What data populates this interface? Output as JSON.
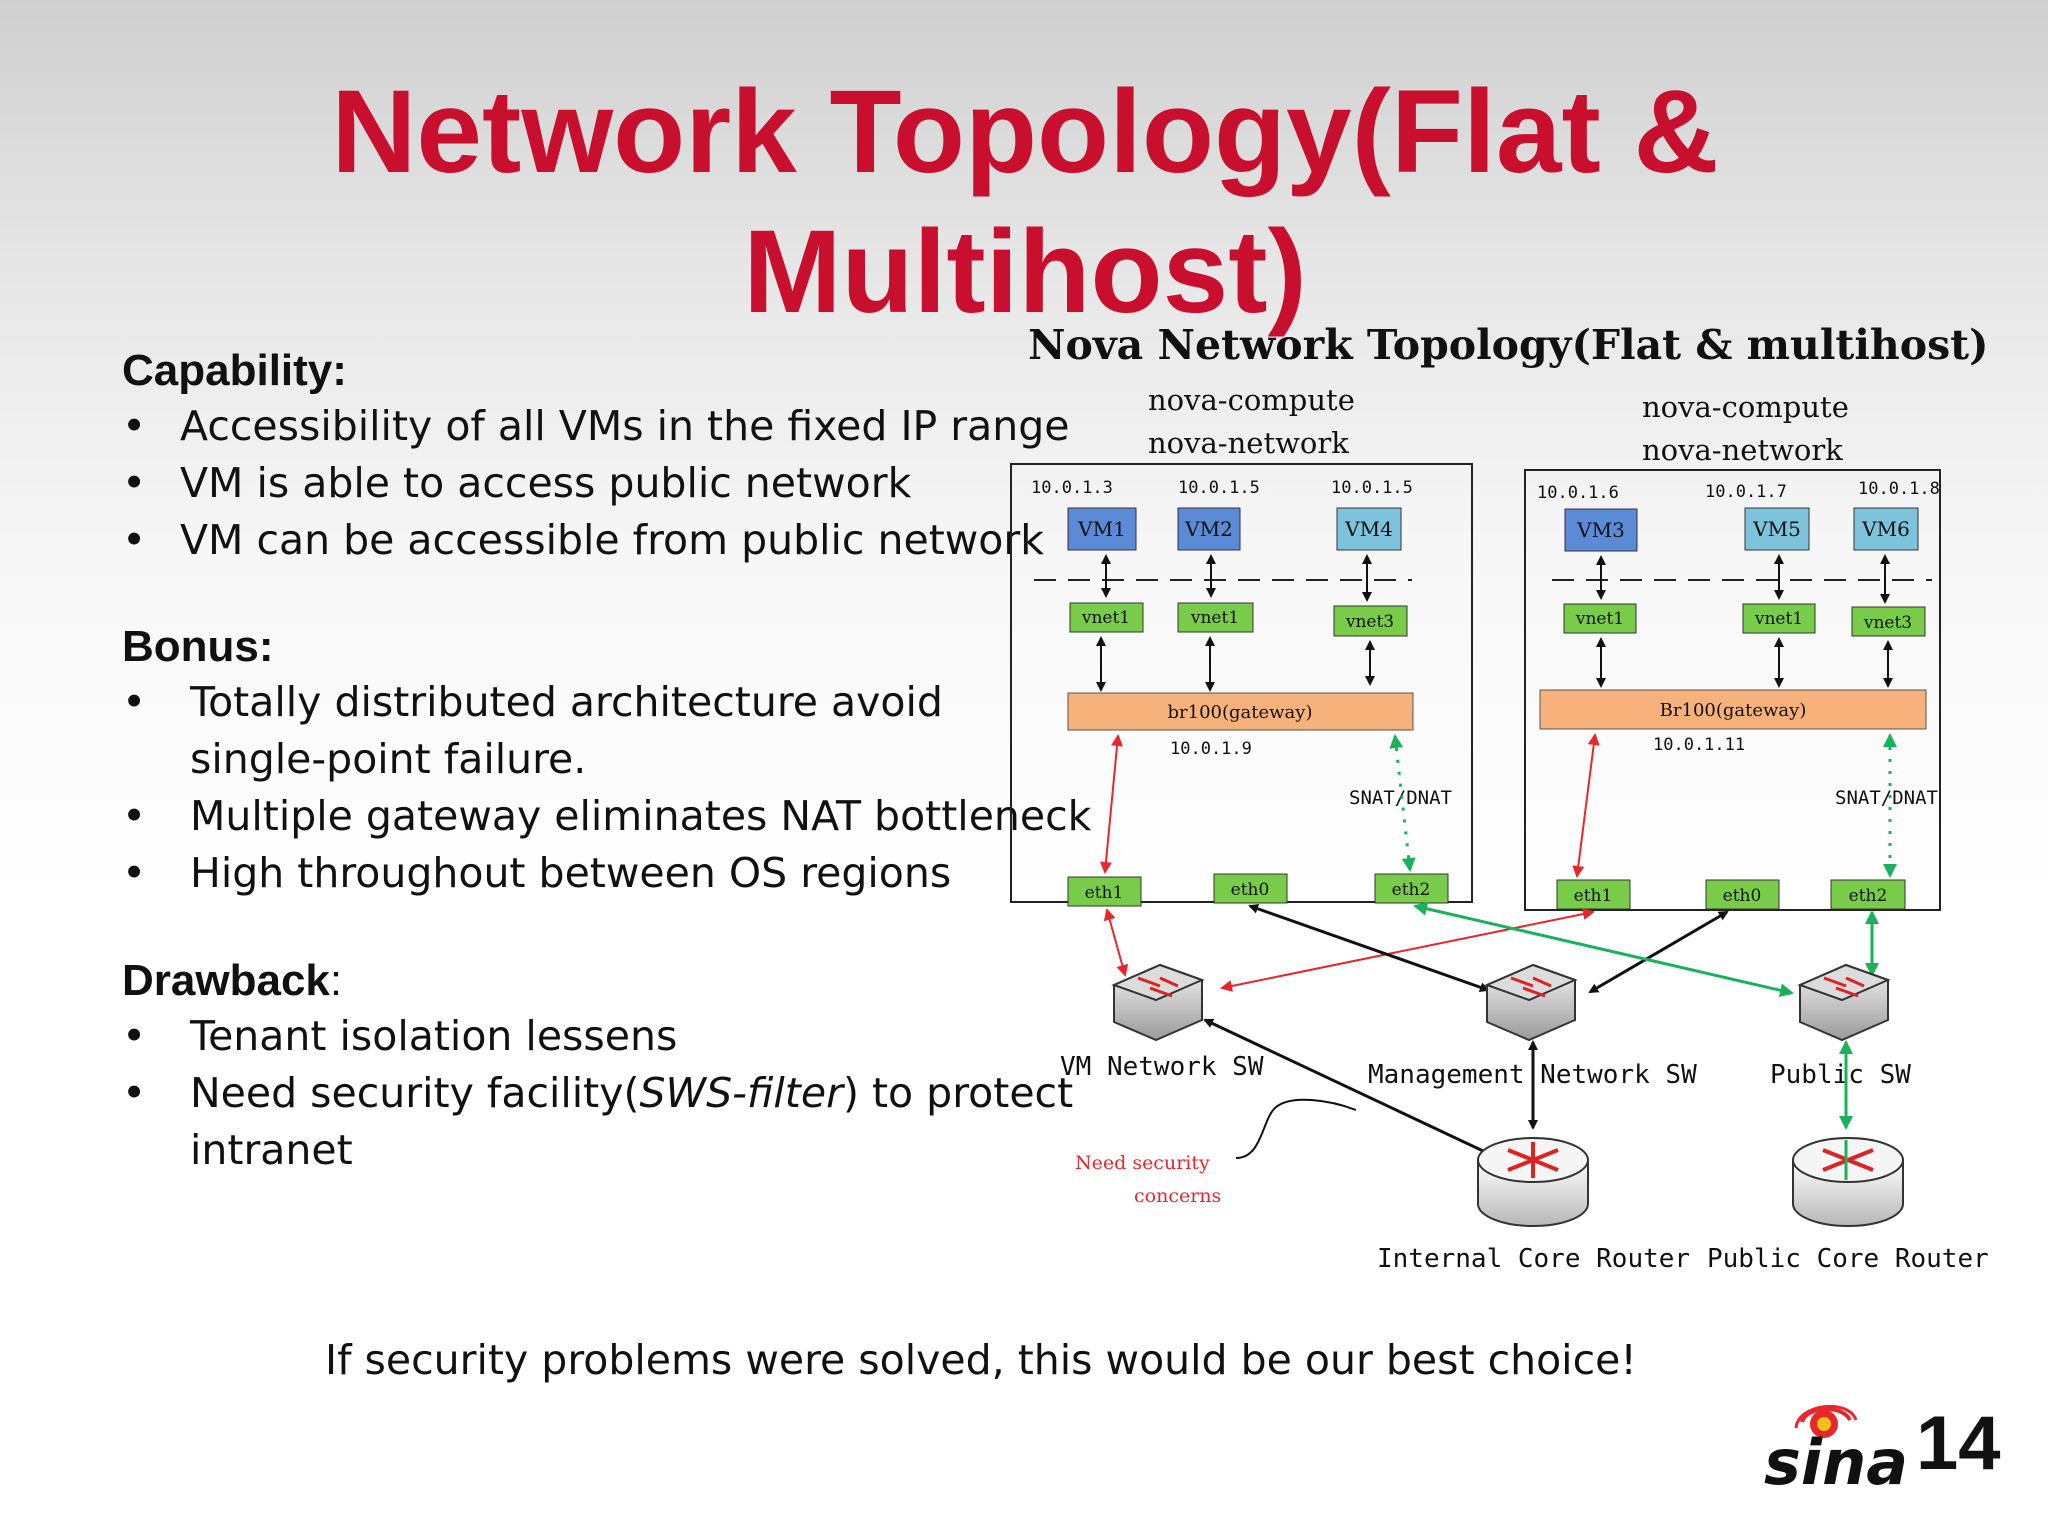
{
  "title": {
    "line1": "Network Topology(Flat &",
    "line2": "Multihost)"
  },
  "capability": {
    "heading": "Capability:",
    "items": [
      "Accessibility of all VMs in the fixed IP range",
      "VM is able to access public network",
      "VM can be accessible from public network"
    ]
  },
  "bonus": {
    "heading": "Bonus:",
    "items": [
      {
        "line1": "Totally distributed architecture avoid",
        "line2": "single-point failure."
      },
      {
        "line1": "Multiple gateway eliminates NAT bottleneck",
        "line2": ""
      },
      {
        "line1": "High throughout between OS regions",
        "line2": ""
      }
    ]
  },
  "drawback": {
    "heading": "Drawback",
    "heading_suffix": ":",
    "items": [
      {
        "pre": "Tenant isolation lessens",
        "em": "",
        "post": "",
        "line2": ""
      },
      {
        "pre": "Need security facility(",
        "em": "SWS-filter",
        "post": ") to protect",
        "line2": "intranet"
      }
    ]
  },
  "bullet_char": "•",
  "footer": "If security problems were solved, this would be our best choice!",
  "page_number": "14",
  "logo_text": "sina",
  "diagram": {
    "title": "Nova Network Topology(Flat & multihost)",
    "host1": {
      "label1": "nova-compute",
      "label2": "nova-network",
      "ips": [
        "10.0.1.3",
        "10.0.1.5",
        "10.0.1.5"
      ],
      "vms": [
        "VM1",
        "VM2",
        "VM4"
      ],
      "vnets": [
        "vnet1",
        "vnet1",
        "vnet3"
      ],
      "bridge": "br100(gateway)",
      "bridge_ip": "10.0.1.9",
      "nat": "SNAT/DNAT",
      "eths": [
        "eth1",
        "eth0",
        "eth2"
      ]
    },
    "host2": {
      "label1": "nova-compute",
      "label2": "nova-network",
      "ips": [
        "10.0.1.6",
        "10.0.1.7",
        "10.0.1.8"
      ],
      "vms": [
        "VM3",
        "VM5",
        "VM6"
      ],
      "vnets": [
        "vnet1",
        "vnet1",
        "vnet3"
      ],
      "bridge": "Br100(gateway)",
      "bridge_ip": "10.0.1.11",
      "nat": "SNAT/DNAT",
      "eths": [
        "eth1",
        "eth0",
        "eth2"
      ]
    },
    "switches": [
      "VM Network SW",
      "Management Network SW",
      "Public SW"
    ],
    "routers": [
      "Internal Core Router",
      "Public Core Router"
    ],
    "security_note": {
      "line1": "Need security",
      "line2": "concerns"
    },
    "colors": {
      "vm": "#5b8bd6",
      "vm_light": "#7ec3dc",
      "vnet": "#78cc4a",
      "bridge": "#f7b27c",
      "red": "#e8262b",
      "green": "#19b25a",
      "title_red": "#c8102e"
    }
  }
}
